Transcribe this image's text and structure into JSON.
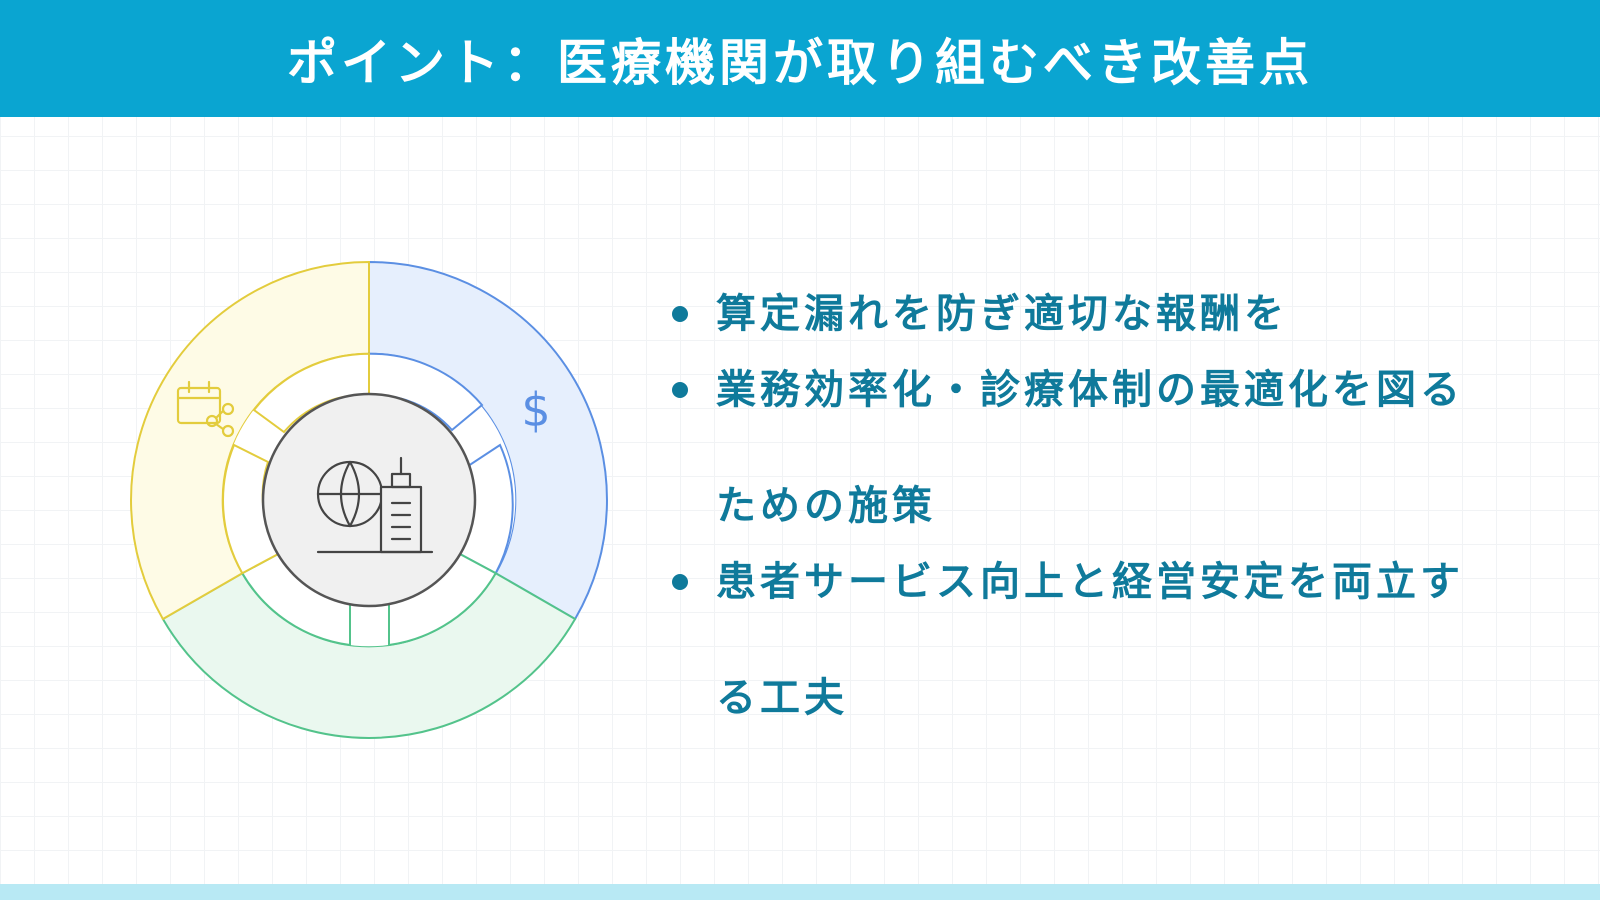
{
  "header": {
    "title": "ポイント：医療機関が取り組むべき改善点"
  },
  "diagram": {
    "segments": [
      {
        "id": "blue",
        "icon": "dollar-icon",
        "icon_text": "$",
        "fill": "#e6effd",
        "stroke": "#5b8fe3"
      },
      {
        "id": "green",
        "icon": "none",
        "fill": "#eaf8ef",
        "stroke": "#53c38b"
      },
      {
        "id": "yellow",
        "icon": "calendar-share-icon",
        "fill": "#fefbe6",
        "stroke": "#e3cc3d"
      }
    ],
    "center_icon": "globe-building-icon",
    "center_fill": "#f0f0f0",
    "center_stroke": "#555555"
  },
  "points": [
    {
      "text": "算定漏れを防ぎ適切な報酬を"
    },
    {
      "text": "業務効率化・診療体制の最適化を図るための施策"
    },
    {
      "text": "患者サービス向上と経営安定を両立する工夫"
    }
  ],
  "colors": {
    "header": "#0aa5d1",
    "text": "#0f7a9b",
    "footer": "#b8e9f4"
  }
}
